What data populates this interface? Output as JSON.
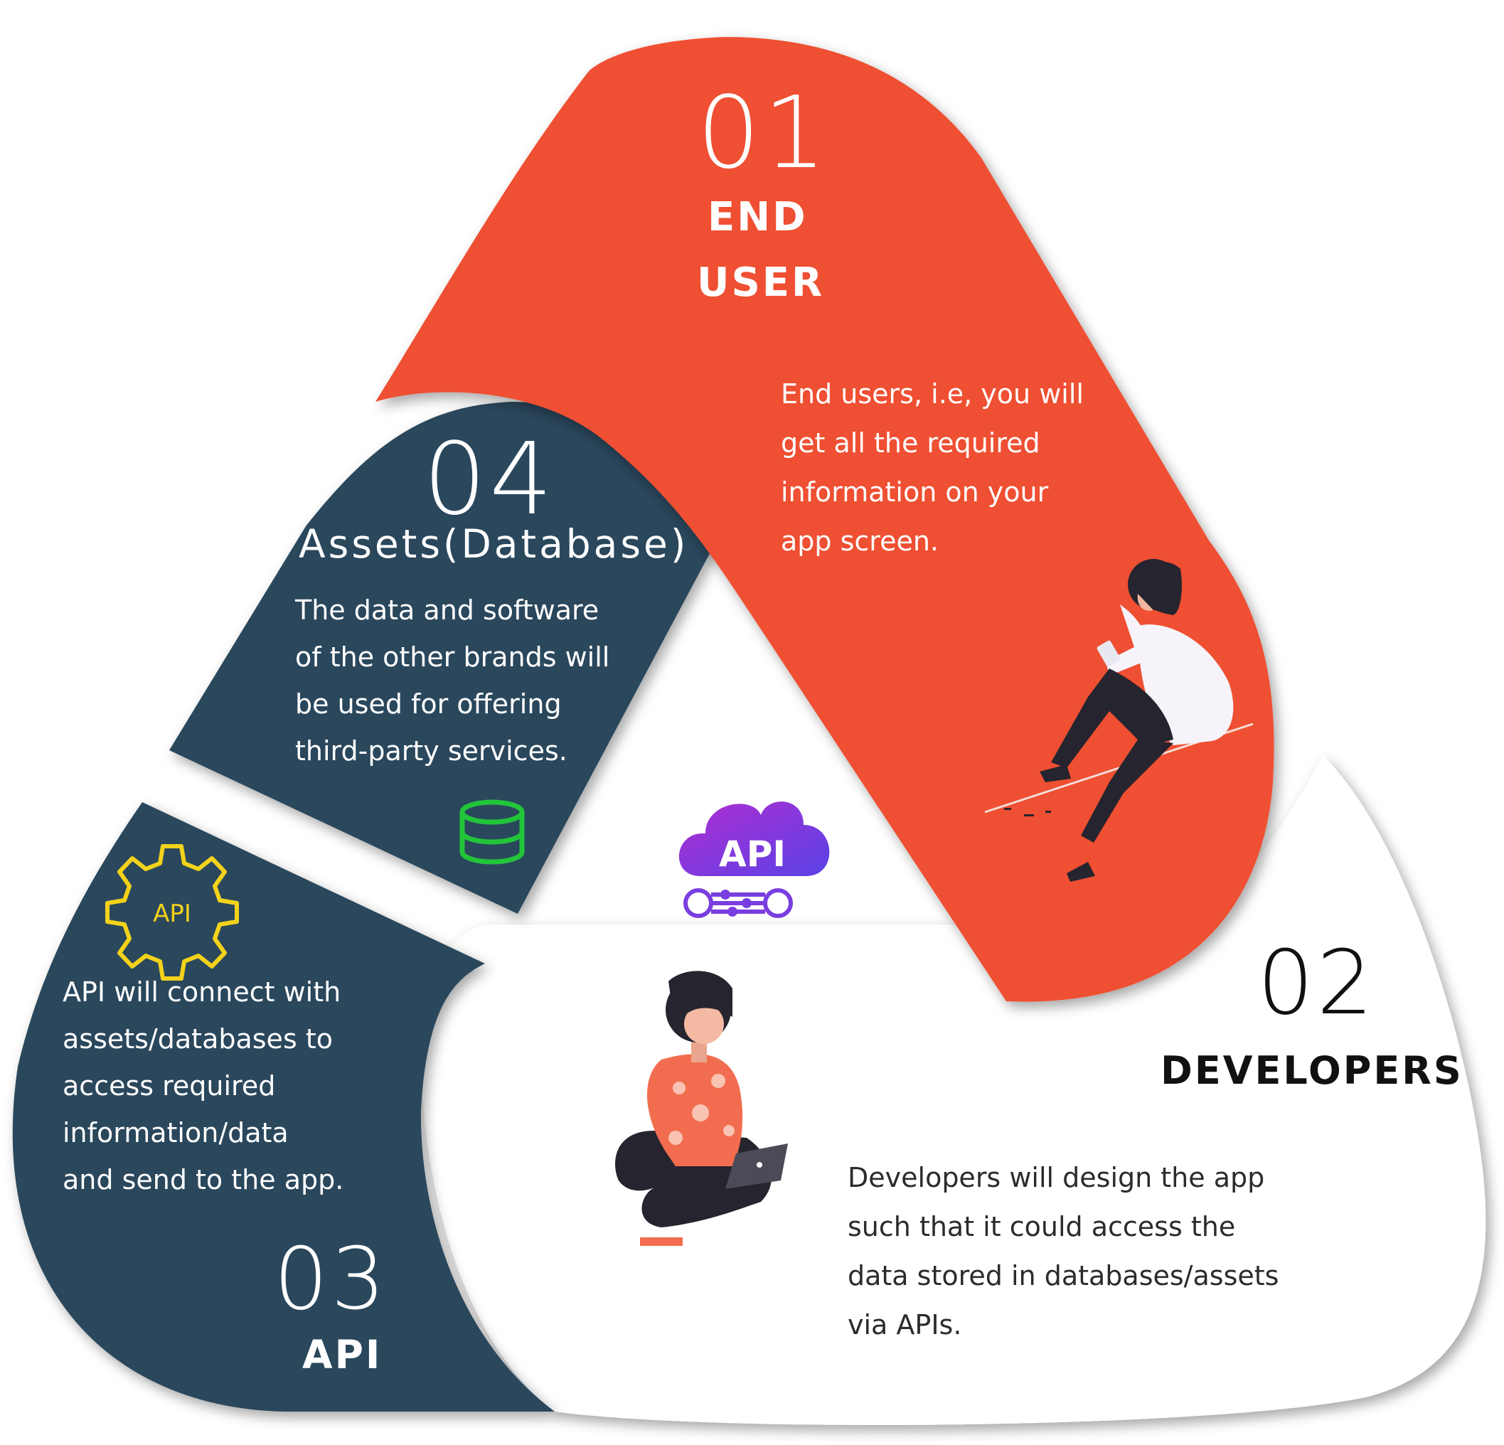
{
  "colors": {
    "end_user": "#ef5033",
    "assets": "#29475c",
    "api": "#29475c",
    "developers": "#ffffff",
    "database_icon": "#22c43a",
    "api_gear_icon": "#f3d21a",
    "api_cloud_gradient": [
      "#b02ed2",
      "#6040e6"
    ]
  },
  "sections": {
    "end_user": {
      "number": "01",
      "title_line1": "END",
      "title_line2": "USER",
      "description": "End users, i.e, you will\nget all the required\ninformation on your\napp screen."
    },
    "developers": {
      "number": "02",
      "title": "DEVELOPERS",
      "description": "Developers will design the app\nsuch that it could access the\ndata stored in databases/assets\nvia APIs."
    },
    "api": {
      "number": "03",
      "title": "API",
      "description": "API will connect with\nassets/databases to\naccess required\ninformation/data\nand send to the app."
    },
    "assets": {
      "number": "04",
      "title": "Assets(Database)",
      "description": "The data and software\nof the other brands will\nbe used for offering\nthird-party services."
    }
  },
  "icons": {
    "database": "database-icon",
    "api_gear": {
      "name": "api-gear-icon",
      "label": "API"
    },
    "api_cloud": {
      "name": "api-cloud-icon",
      "label": "API"
    }
  },
  "illustrations": {
    "end_user": "woman-sitting-with-phone-illustration",
    "developers": "woman-with-laptop-illustration"
  }
}
